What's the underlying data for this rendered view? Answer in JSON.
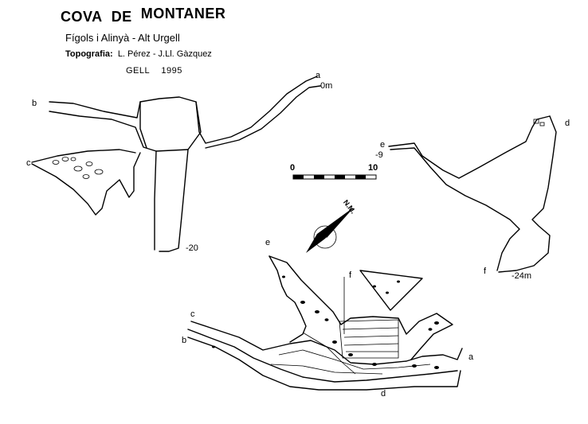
{
  "title": {
    "word1": "COVA",
    "word2": "DE",
    "word3": "MONTANER"
  },
  "subtitle": "Fígols i Alinyà - Alt Urgell",
  "survey": {
    "label": "Topografia:",
    "authors": "L. Pérez - J.Ll. Gàzquez"
  },
  "group": {
    "name": "GELL",
    "year": "1995"
  },
  "scale": {
    "start": "0",
    "end": "10"
  },
  "north": "N.M.",
  "section_left": {
    "a": "a",
    "b": "b",
    "c": "c",
    "depth_a": "0m",
    "depth_bottom": "-20"
  },
  "section_right": {
    "d": "d",
    "e": "e",
    "f": "f",
    "depth_e": "-9",
    "depth_f": "-24m"
  },
  "plan": {
    "a": "a",
    "b": "b",
    "c": "c",
    "d": "d",
    "e": "e",
    "f": "f"
  }
}
